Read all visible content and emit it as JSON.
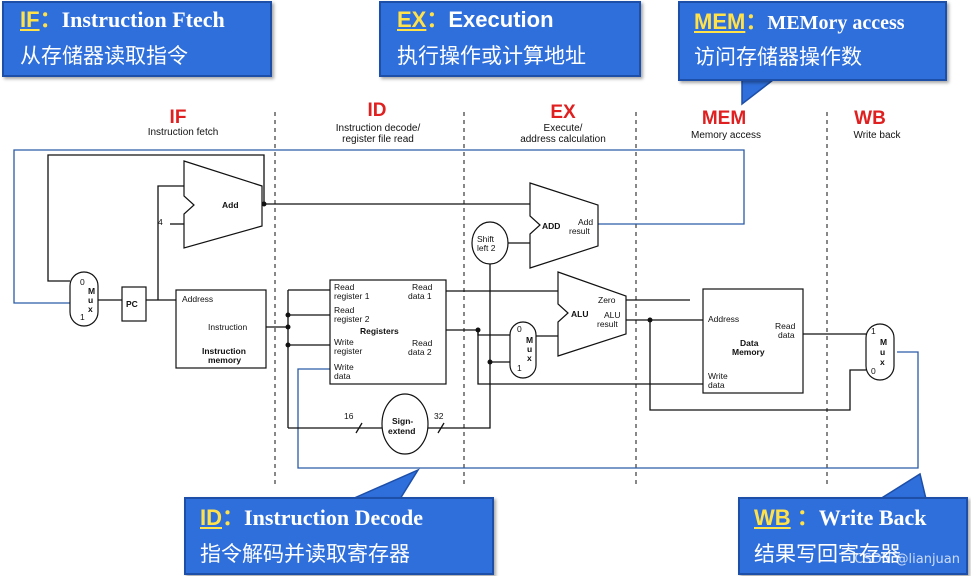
{
  "callouts": {
    "if": {
      "key": "IF",
      "sep": "：",
      "title": "Instruction Ftech",
      "desc": "从存储器读取指令"
    },
    "ex": {
      "key": "EX",
      "sep": "：",
      "title": "Execution",
      "desc": "执行操作或计算地址"
    },
    "mem": {
      "key": "MEM",
      "sep": "：",
      "title": "MEMory access",
      "desc": "访问存储器操作数"
    },
    "id": {
      "key": "ID",
      "sep": "：",
      "title": "Instruction Decode",
      "desc": "指令解码并读取寄存器"
    },
    "wb": {
      "key": "WB",
      "sep": " ：",
      "title": "Write Back",
      "desc": "结果写回寄存器"
    }
  },
  "stages": {
    "if": {
      "name": "IF",
      "sub1": "Instruction fetch",
      "sub2": ""
    },
    "id": {
      "name": "ID",
      "sub1": "Instruction decode/",
      "sub2": "register file read"
    },
    "ex": {
      "name": "EX",
      "sub1": "Execute/",
      "sub2": "address calculation"
    },
    "mem": {
      "name": "MEM",
      "sub1": "Memory access",
      "sub2": ""
    },
    "wb": {
      "name": "WB",
      "sub1": "Write back",
      "sub2": ""
    }
  },
  "blocks": {
    "add": "Add",
    "add_const": "4",
    "pc": "PC",
    "mux_m": "M",
    "mux_u": "u",
    "mux_x": "x",
    "mux0": "0",
    "mux1": "1",
    "imem_address": "Address",
    "imem_instruction": "Instruction",
    "imem_title1": "Instruction",
    "imem_title2": "memory",
    "reg_read1a": "Read",
    "reg_read1b": "register 1",
    "reg_read2a": "Read",
    "reg_read2b": "register 2",
    "reg_title": "Registers",
    "reg_writea": "Write",
    "reg_writeb": "register",
    "reg_wdataa": "Write",
    "reg_wdatab": "data",
    "reg_rd1a": "Read",
    "reg_rd1b": "data 1",
    "reg_rd2a": "Read",
    "reg_rd2b": "data 2",
    "shift1": "Shift",
    "shift2": "left 2",
    "addr_add": "ADD",
    "addr_result1": "Add",
    "addr_result2": "result",
    "alu": "ALU",
    "alu_zero": "Zero",
    "alu_result1": "ALU",
    "alu_result2": "result",
    "sign1": "Sign-",
    "sign2": "extend",
    "sign_in": "16",
    "sign_out": "32",
    "dmem_address": "Address",
    "dmem_read1": "Read",
    "dmem_read2": "data",
    "dmem_title1": "Data",
    "dmem_title2": "Memory",
    "dmem_write1": "Write",
    "dmem_write2": "data"
  },
  "watermark": "CSDN @lianjuan",
  "colors": {
    "callout_bg": "#2f6fdc",
    "callout_key": "#ffe14a",
    "stage_label": "#e02020",
    "feedback_wire": "#2a5aa8"
  }
}
